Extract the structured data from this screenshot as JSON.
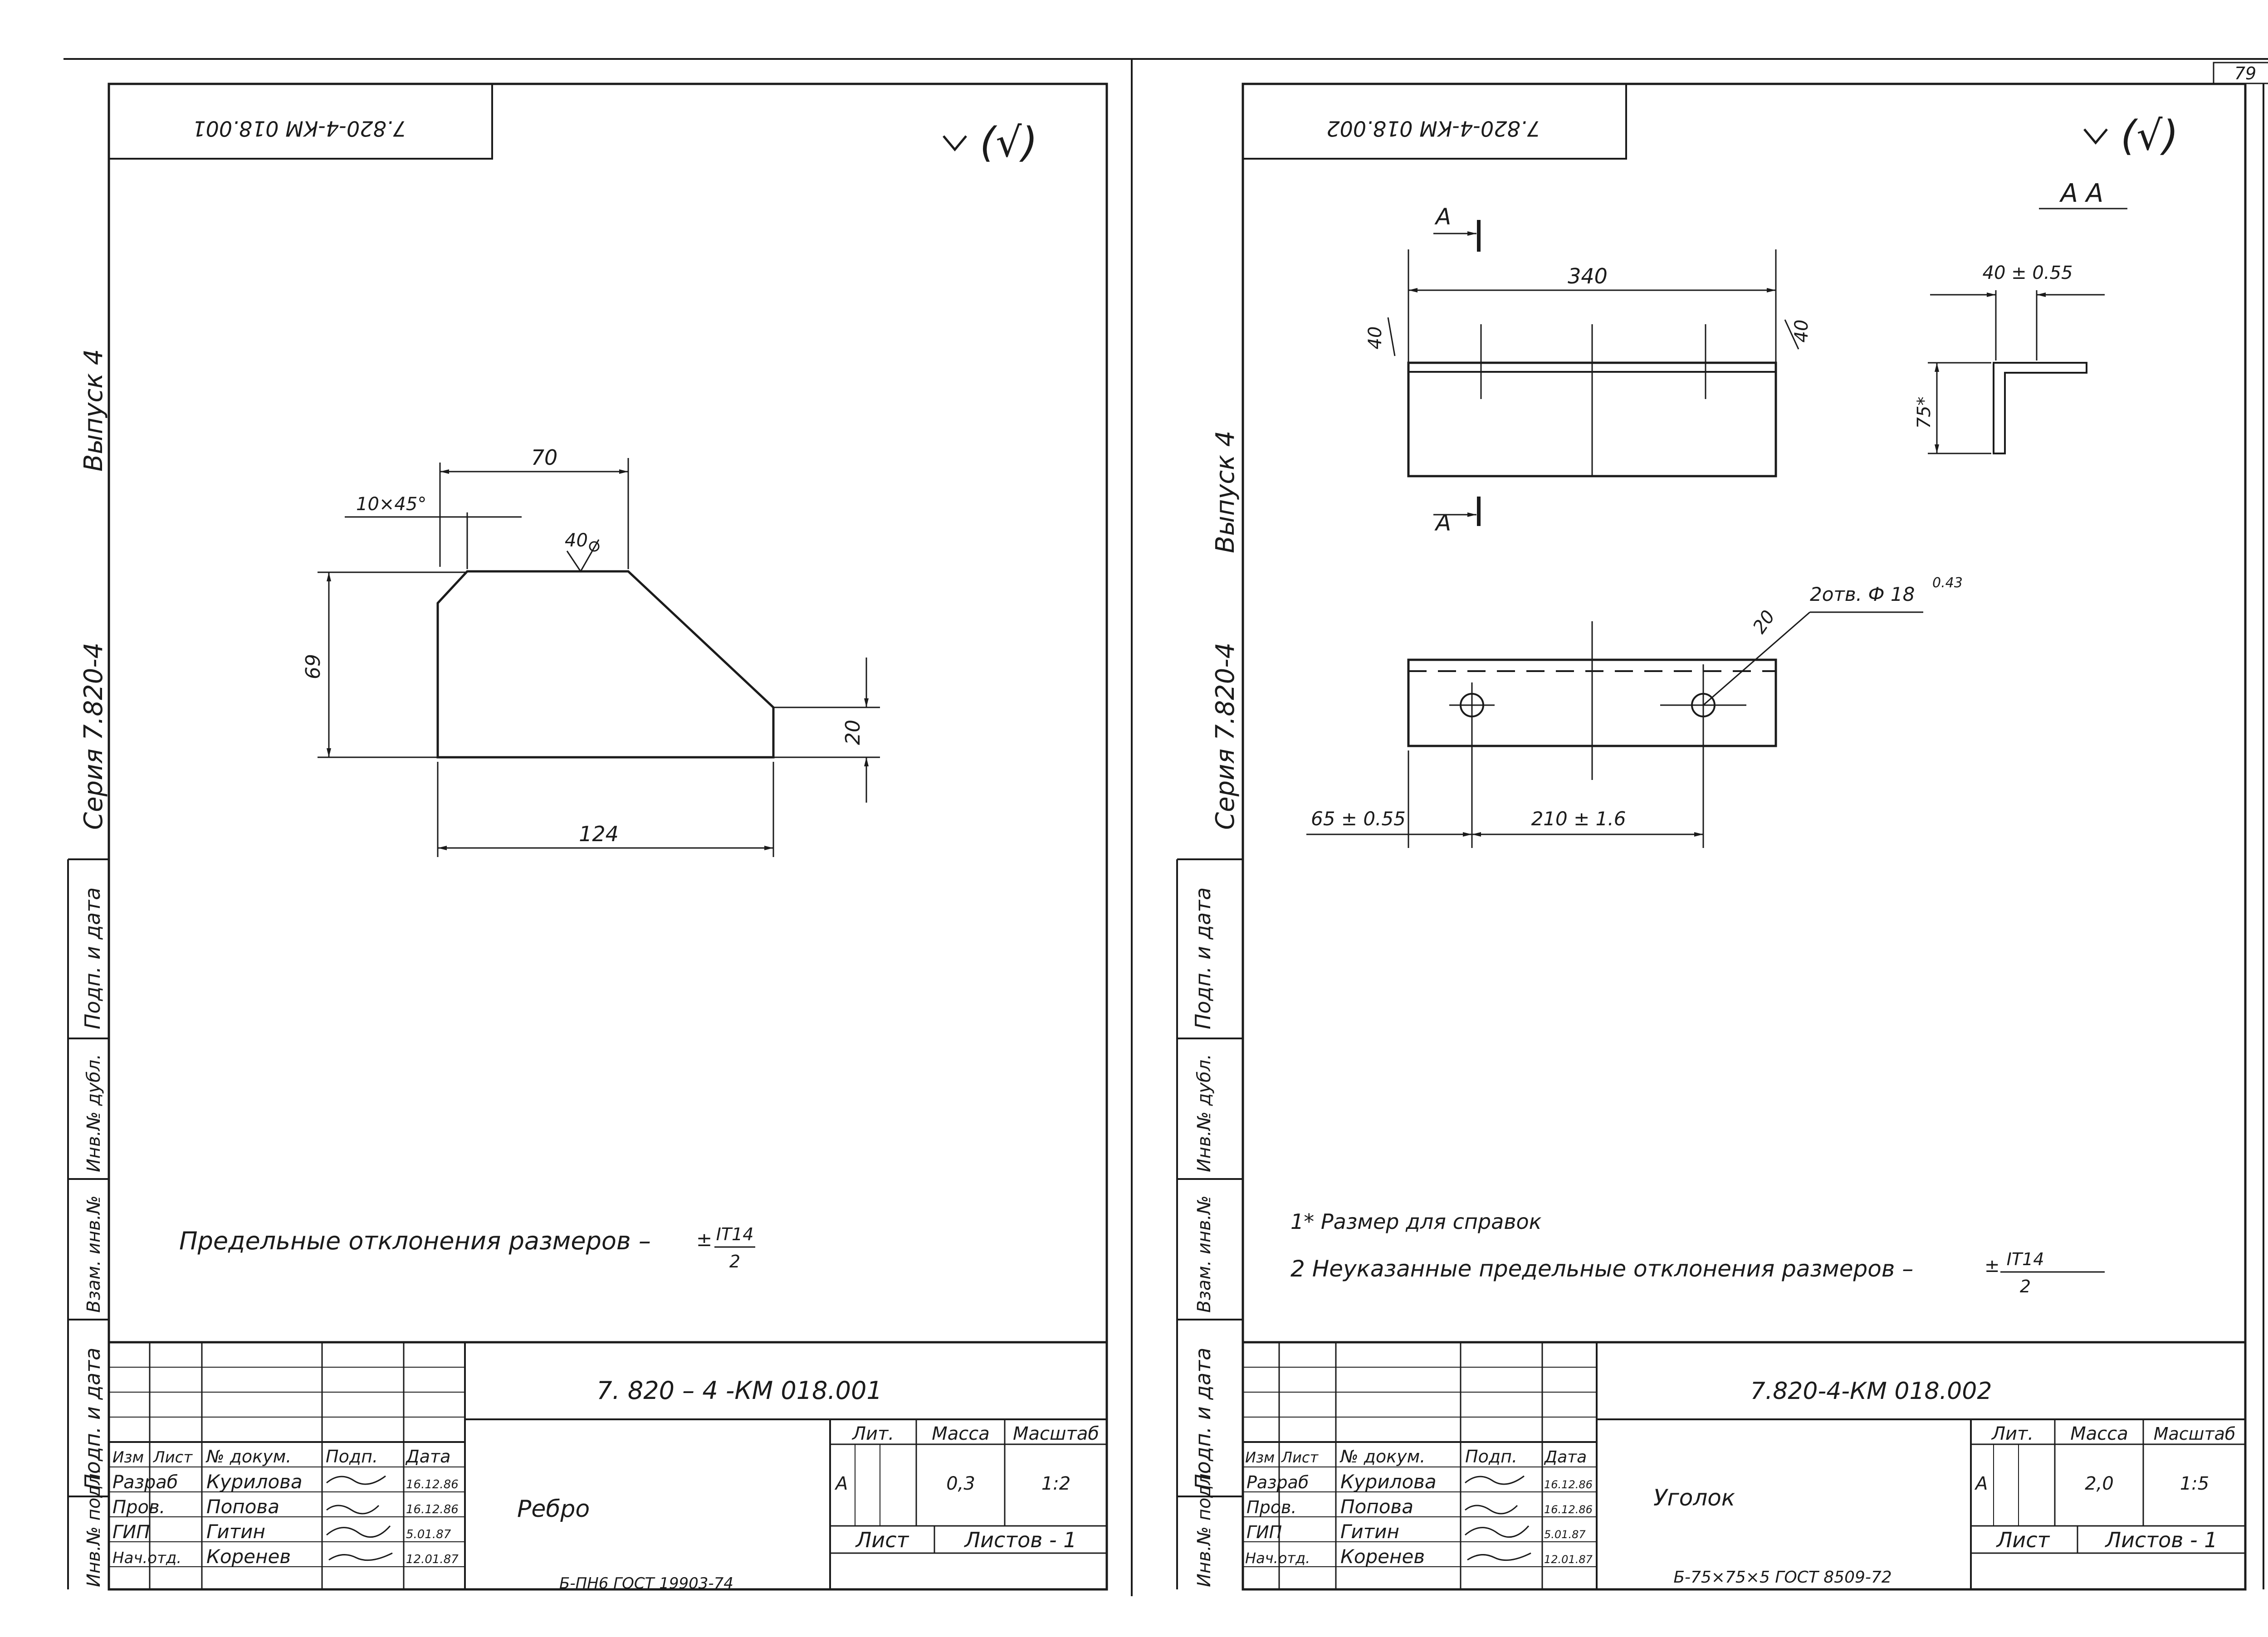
{
  "page_number": "79",
  "left_sheet": {
    "stamp_code": "7.820-4-КМ 018.001",
    "roughness": "(√)",
    "margin": {
      "vypusk": "Выпуск 4",
      "seriya": "Серия 7.820-4",
      "field_labels": [
        "Подп. и дата",
        "Инв.№ дубл.",
        "Взам. инв.№",
        "Подп. и дата",
        "Инв.№ подл."
      ]
    },
    "dims": {
      "top": "70",
      "chamfer": "10×45°",
      "roughness_mark": "40",
      "height": "69",
      "right": "20",
      "bottom": "124"
    },
    "note_text": "Предельные отклонения размеров –",
    "note_pm": "±",
    "note_num": "IT14",
    "note_den": "2",
    "title_block": {
      "code": "7. 820 – 4 -КМ 018.001",
      "name": "Ребро",
      "headers": [
        "Изм",
        "Лист",
        "№ докум.",
        "Подп.",
        "Дата"
      ],
      "rows": [
        {
          "role": "Разраб",
          "name": "Курилова",
          "date": "16.12.86"
        },
        {
          "role": "Пров.",
          "name": "Попова",
          "date": "16.12.86"
        },
        {
          "role": "ГИП",
          "name": "Гитин",
          "date": "5.01.87"
        },
        {
          "role": "Нач.отд.",
          "name": "Коренев",
          "date": "12.01.87"
        }
      ],
      "lit_label": "Лит.",
      "mass_label": "Масса",
      "scale_label": "Масштаб",
      "lit_value": "А",
      "mass_value": "0,3",
      "scale_value": "1:2",
      "sheet_label": "Лист",
      "sheets_label": "Листов - 1",
      "material": "Б-ПН6 ГОСТ 19903-74"
    }
  },
  "right_sheet": {
    "stamp_code": "7.820-4-КМ 018.002",
    "roughness": "(√)",
    "margin": {
      "vypusk": "Выпуск 4",
      "seriya": "Серия 7.820-4",
      "field_labels": [
        "Подп. и дата",
        "Инв.№ дубл.",
        "Взам. инв.№",
        "Подп. и дата",
        "Инв.№ подл."
      ]
    },
    "section": {
      "cut_letter": "А",
      "title": "А  А",
      "dim_width": "40 ± 0.55",
      "dim_height": "75*"
    },
    "dims": {
      "length": "340",
      "left_width": "40",
      "right_width": "40",
      "holes": "2отв. Ф 18",
      "holes_tol": "0.43",
      "hole_offset": "20",
      "edge": "65 ± 0.55",
      "pitch": "210 ± 1.6"
    },
    "notes": {
      "n1": "1* Размер  для  справок",
      "n2": "2 Неуказанные  предельные  отклонения  размеров –",
      "n2_pm": "±",
      "n2_num": "IT14",
      "n2_den": "2"
    },
    "title_block": {
      "code": "7.820-4-КМ  018.002",
      "name": "Уголок",
      "headers": [
        "Изм",
        "Лист",
        "№ докум.",
        "Подп.",
        "Дата"
      ],
      "rows": [
        {
          "role": "Разраб",
          "name": "Курилова",
          "date": "16.12.86"
        },
        {
          "role": "Пров.",
          "name": "Попова",
          "date": "16.12.86"
        },
        {
          "role": "ГИП",
          "name": "Гитин",
          "date": "5.01.87"
        },
        {
          "role": "Нач.отд.",
          "name": "Коренев",
          "date": "12.01.87"
        }
      ],
      "lit_label": "Лит.",
      "mass_label": "Масса",
      "scale_label": "Масштаб",
      "lit_value": "А",
      "mass_value": "2,0",
      "scale_value": "1:5",
      "sheet_label": "Лист",
      "sheets_label": "Листов - 1",
      "material": "Б-75×75×5  ГОСТ 8509-72"
    }
  }
}
